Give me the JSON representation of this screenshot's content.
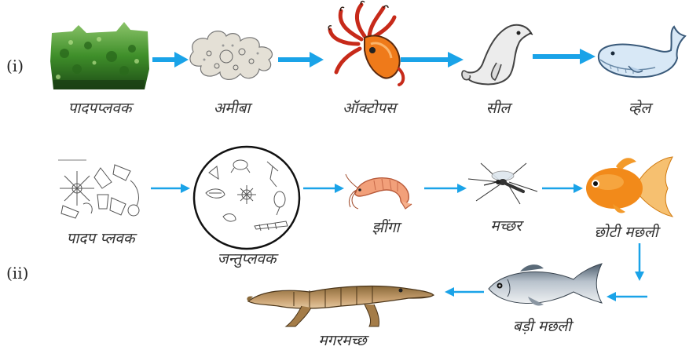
{
  "chain_i": {
    "label": "(i)",
    "nodes": [
      {
        "name": "पादपप्लवक",
        "icon": "phytoplankton-icon"
      },
      {
        "name": "अमीबा",
        "icon": "amoeba-icon"
      },
      {
        "name": "ऑक्टोपस",
        "icon": "octopus-icon"
      },
      {
        "name": "सील",
        "icon": "seal-icon"
      },
      {
        "name": "व्हेल",
        "icon": "whale-icon"
      }
    ]
  },
  "chain_ii": {
    "label": "(ii)",
    "nodes": [
      {
        "name": "पादप प्लवक",
        "icon": "phytoplankton-icon"
      },
      {
        "name": "जन्तुप्लवक",
        "icon": "zooplankton-icon"
      },
      {
        "name": "झींगा",
        "icon": "shrimp-icon"
      },
      {
        "name": "मच्छर",
        "icon": "mosquito-icon"
      },
      {
        "name": "छोटी मछली",
        "icon": "goldfish-icon"
      },
      {
        "name": "बड़ी मछली",
        "icon": "fish-icon"
      },
      {
        "name": "मगरमच्छ",
        "icon": "crocodile-icon"
      }
    ]
  },
  "colors": {
    "arrow": "#1aa3e8",
    "algae": "#3f8f2a",
    "goldfish": "#f28a1a"
  }
}
